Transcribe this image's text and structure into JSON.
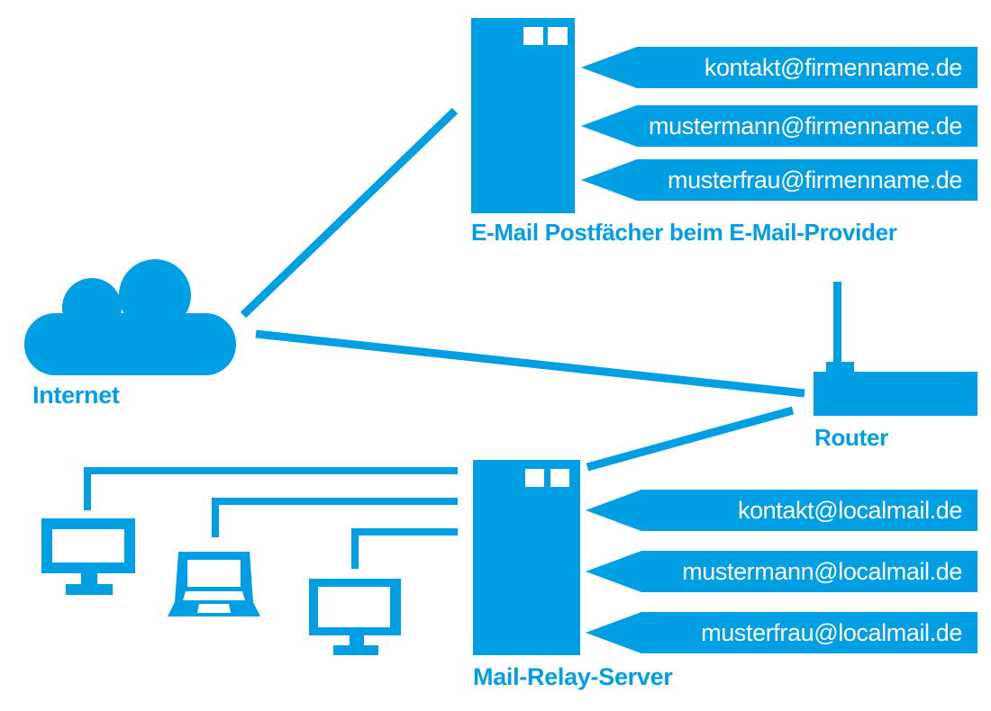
{
  "colors": {
    "accent": "#009fe3",
    "text_on_accent": "#ffffff",
    "background": "#ffffff"
  },
  "diagram": {
    "internet": {
      "label": "Internet"
    },
    "provider_server": {
      "label": "E-Mail Postfächer beim E-Mail-Provider",
      "mailboxes": [
        "kontakt@firmenname.de",
        "mustermann@firmenname.de",
        "musterfrau@firmenname.de"
      ]
    },
    "router": {
      "label": "Router"
    },
    "relay_server": {
      "label": "Mail-Relay-Server",
      "mailboxes": [
        "kontakt@localmail.de",
        "mustermann@localmail.de",
        "musterfrau@localmail.de"
      ]
    },
    "clients": [
      "desktop-computer",
      "laptop-computer",
      "desktop-computer"
    ]
  }
}
